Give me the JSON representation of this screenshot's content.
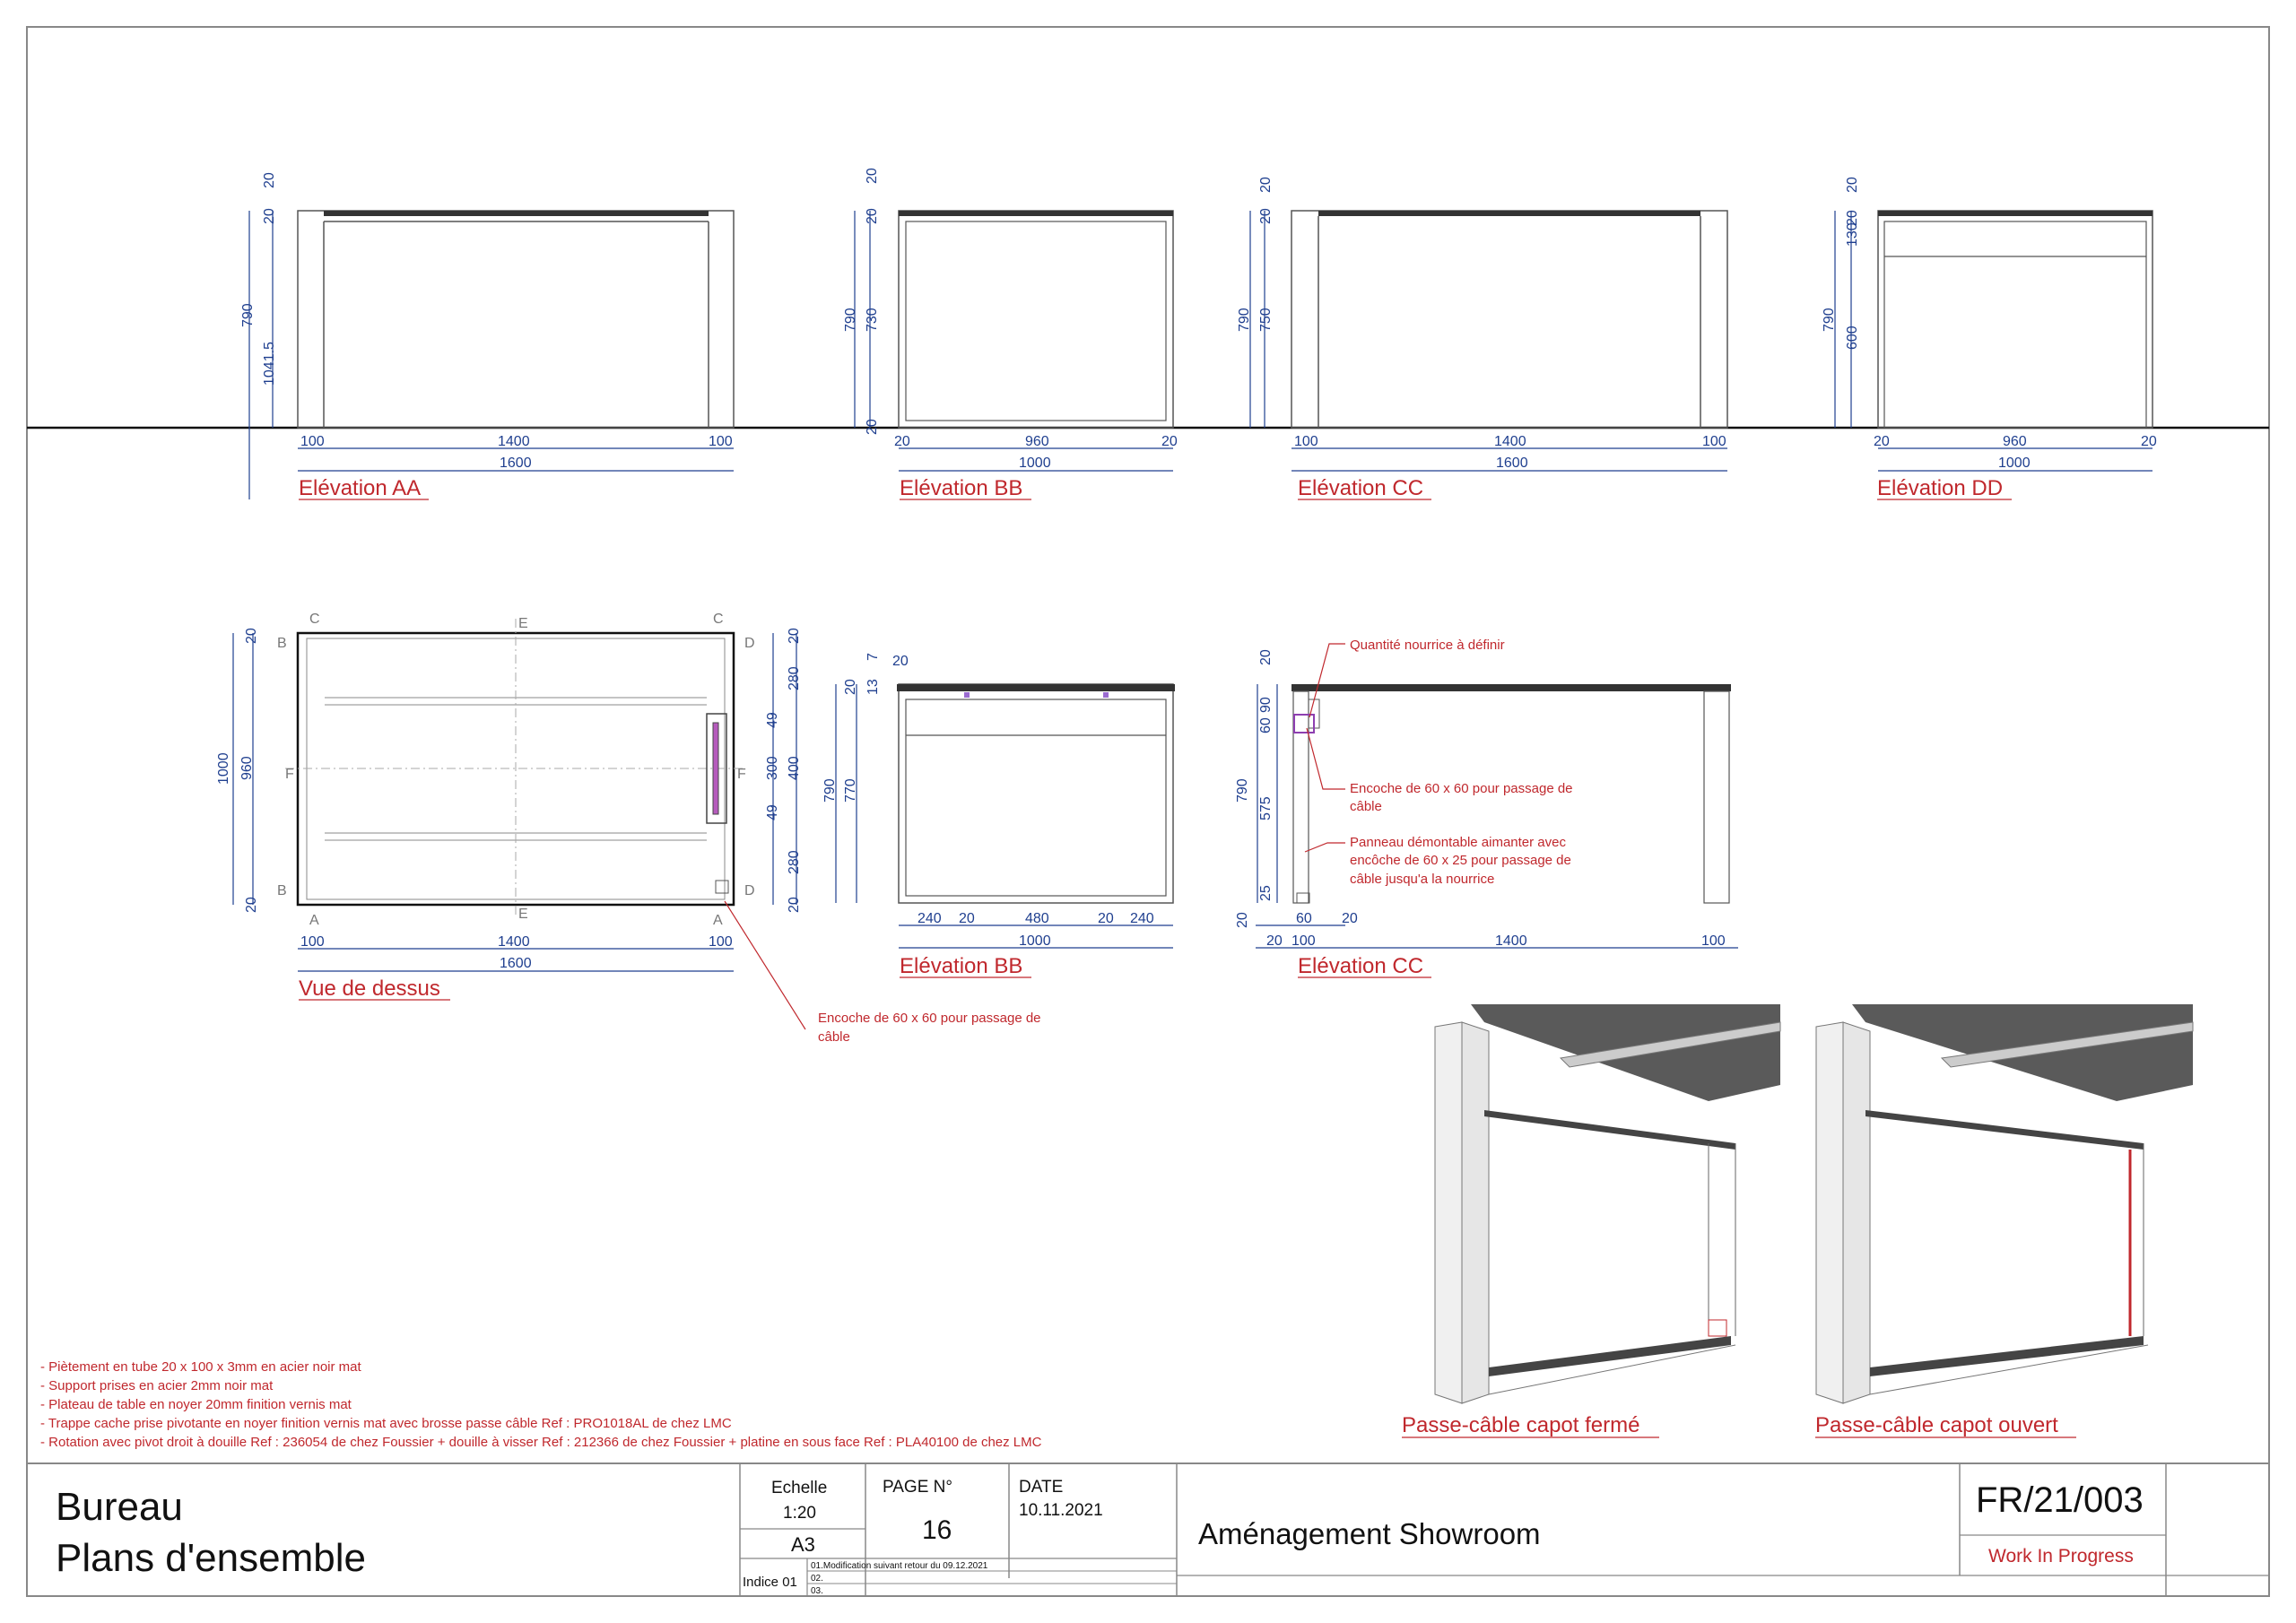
{
  "views": {
    "elev_aa": {
      "title": "Elévation AA",
      "h_total": "1600",
      "h_mid": "1400",
      "h_left": "100",
      "h_right": "100",
      "v_total": "790",
      "v_full": "1041.5",
      "v_top": "20",
      "v_top2": "20"
    },
    "elev_bb": {
      "title": "Elévation BB",
      "h_total": "1000",
      "h_mid": "960",
      "h_left": "20",
      "h_right": "20",
      "v_total": "790",
      "v_inner": "730",
      "v_top": "20",
      "v_top2": "20",
      "v_bot": "20"
    },
    "elev_cc": {
      "title": "Elévation CC",
      "h_total": "1600",
      "h_mid": "1400",
      "h_left": "100",
      "h_right": "100",
      "v_total": "790",
      "v_inner": "750",
      "v_top": "20",
      "v_top2": "20"
    },
    "elev_dd": {
      "title": "Elévation DD",
      "h_total": "1000",
      "h_mid": "960",
      "h_left": "20",
      "h_right": "20",
      "v_total": "790",
      "v_inner": "600",
      "v_top": "20",
      "v_mid": "130",
      "v_top2": "20"
    },
    "top_view": {
      "title": "Vue de dessus",
      "h_total": "1600",
      "h_mid": "1400",
      "h_left": "100",
      "h_right": "100",
      "v_total": "1000",
      "v_inner": "960",
      "v_top": "20",
      "v_bot": "20",
      "r_top": "280",
      "r_mid": "400",
      "r_bot": "280",
      "r_a": "49",
      "r_b": "300",
      "r_c": "49",
      "r_t": "20",
      "r_bt": "20",
      "markers": [
        "A",
        "B",
        "C",
        "D",
        "E",
        "F"
      ]
    },
    "elev_bb2": {
      "title": "Elévation BB",
      "h_total": "1000",
      "h_a": "240",
      "h_b": "20",
      "h_c": "480",
      "h_d": "20",
      "h_e": "240",
      "v_total": "790",
      "v_inner": "770",
      "v_a": "20",
      "v_b": "13",
      "v_c": "7",
      "v_d": "20"
    },
    "elev_cc2": {
      "title": "Elévation CC",
      "h_a": "20",
      "h_b": "100",
      "h_c": "1400",
      "h_d": "100",
      "h_e": "60",
      "h_f": "20",
      "v_total": "790",
      "v_a": "575",
      "v_b": "60",
      "v_c": "90",
      "v_d": "25",
      "v_e": "20",
      "v_f": "20"
    }
  },
  "annotations": {
    "nourrice": "Quantité nourrice à définir",
    "encoche1_l1": "Encoche de 60 x 60 pour passage de",
    "encoche1_l2": "câble",
    "panneau_l1": "Panneau démontable aimanter avec",
    "panneau_l2": "encôche de 60 x 25 pour passage de",
    "panneau_l3": "câble jusqu'a la nourrice",
    "encoche2_l1": "Encoche de 60 x 60 pour passage de",
    "encoche2_l2": "câble"
  },
  "renders": {
    "closed": "Passe-câble capot fermé",
    "open": "Passe-câble capot ouvert"
  },
  "notes": [
    "- Piètement en tube 20 x 100 x 3mm en acier noir mat",
    "- Support prises en acier 2mm noir mat",
    "- Plateau de table en noyer 20mm finition vernis mat",
    "- Trappe cache prise pivotante en noyer finition vernis mat avec brosse passe câble Ref : PRO1018AL de chez LMC",
    "- Rotation avec pivot droit à douille Ref : 236054 de chez Foussier + douille à visser Ref : 212366 de chez Foussier + platine en sous face Ref : PLA40100 de chez LMC"
  ],
  "title_block": {
    "title_l1": "Bureau",
    "title_l2": "Plans d'ensemble",
    "echelle_label": "Echelle",
    "echelle": "1:20",
    "format": "A3",
    "page_label": "PAGE N°",
    "page": "16",
    "date_label": "DATE",
    "date": "10.11.2021",
    "indice": "Indice 01",
    "rev1": "01.Modification suivant retour du 09.12.2021",
    "rev2": "02.",
    "rev3": "03.",
    "project": "Aménagement Showroom",
    "ref": "FR/21/003",
    "status": "Work In Progress"
  }
}
